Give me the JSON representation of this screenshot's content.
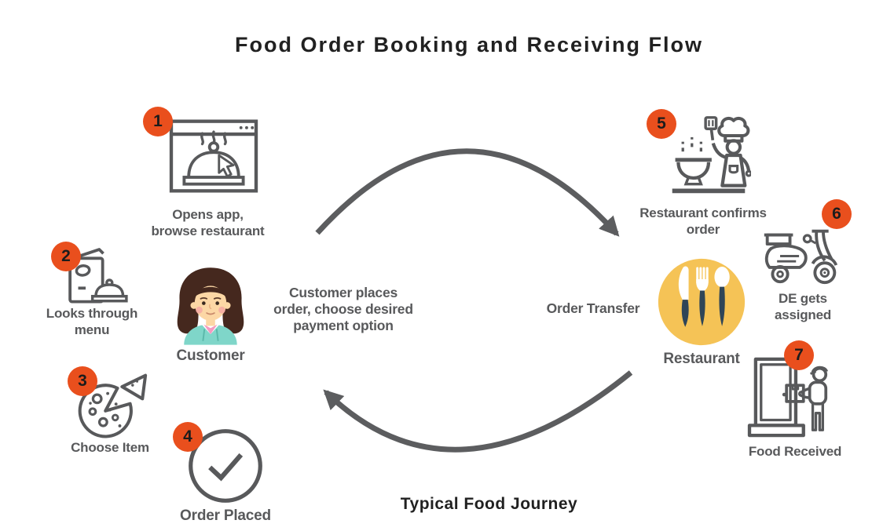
{
  "title": "Food Order Booking and Receiving Flow",
  "footer": "Typical Food Journey",
  "center_notes": {
    "customer_side": "Customer places\norder, choose desired\npayment option",
    "restaurant_side": "Order Transfer"
  },
  "actors": {
    "customer": {
      "label": "Customer",
      "icon": "customer-avatar"
    },
    "restaurant": {
      "label": "Restaurant",
      "icon": "cutlery-circle-icon"
    }
  },
  "steps": [
    {
      "number": "1",
      "label": "Opens app,\nbrowse restaurant",
      "icon": "app-browser-icon"
    },
    {
      "number": "2",
      "label": "Looks through\nmenu",
      "icon": "menu-icon"
    },
    {
      "number": "3",
      "label": "Choose Item",
      "icon": "pizza-icon"
    },
    {
      "number": "4",
      "label": "Order Placed",
      "icon": "check-circle-icon"
    },
    {
      "number": "5",
      "label": "Restaurant confirms\norder",
      "icon": "chef-icon"
    },
    {
      "number": "6",
      "label": "DE gets\nassigned",
      "icon": "scooter-icon"
    },
    {
      "number": "7",
      "label": "Food Received",
      "icon": "door-delivery-icon"
    }
  ],
  "colors": {
    "accent": "#E94F1D",
    "badge-number": "#1C1C1C",
    "icon-stroke": "#58595B",
    "label": "#58595B",
    "heading": "#212121",
    "arrow": "#5C5D5F",
    "restaurant-yellow": "#F5C356",
    "cutlery-dark": "#2F4557",
    "hair": "#45281E",
    "skin": "#FCD7A5",
    "blush": "#F5A8A2",
    "shirt": "#7FD6C9",
    "collar": "#F49AC1"
  }
}
